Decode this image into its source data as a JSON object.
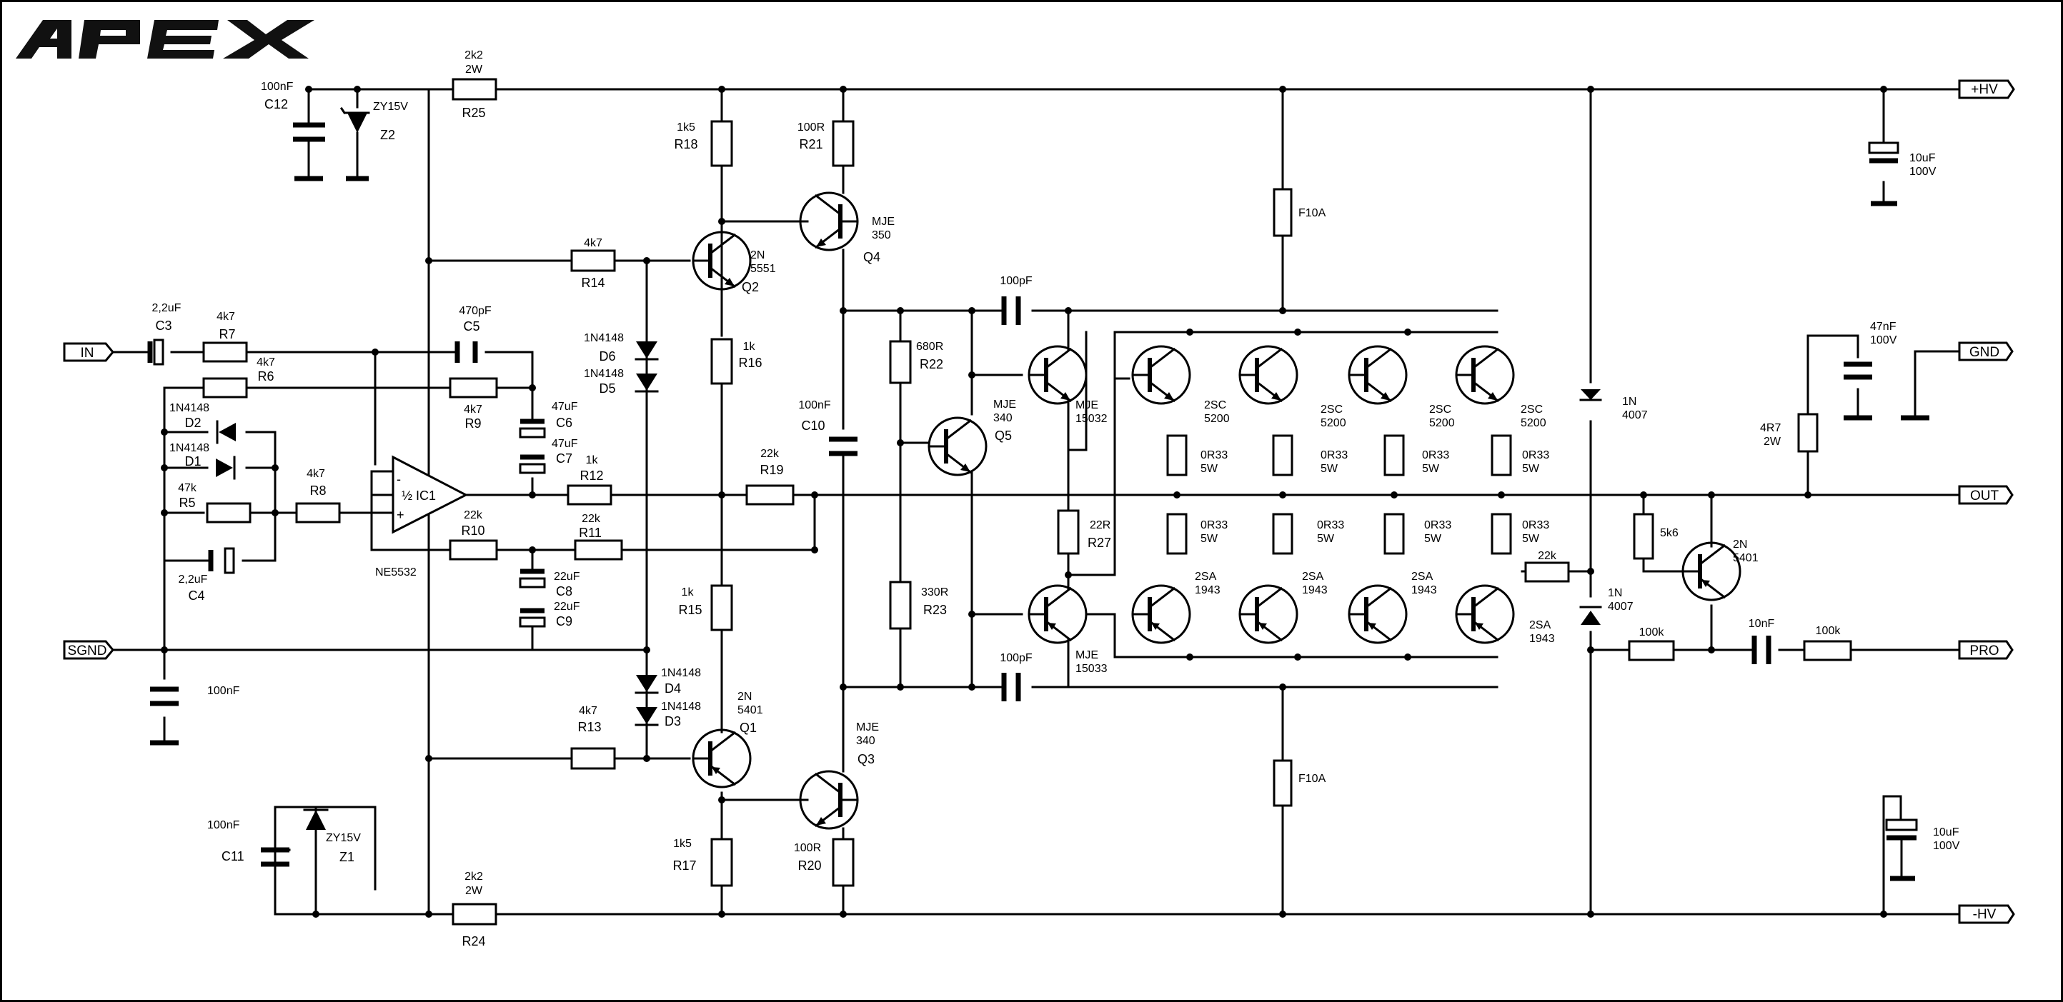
{
  "logo": "APEX",
  "terminals": {
    "hv_plus": "+HV",
    "hv_minus": "-HV",
    "in": "IN",
    "sgnd": "SGND",
    "gnd": "GND",
    "out": "OUT",
    "pro": "PRO"
  },
  "components": {
    "r25": {
      "ref": "R25",
      "v1": "2k2",
      "v2": "2W"
    },
    "r24": {
      "ref": "R24",
      "v1": "2k2",
      "v2": "2W"
    },
    "c12": {
      "ref": "C12",
      "v1": "100nF"
    },
    "z2": {
      "ref": "Z2",
      "v1": "ZY15V"
    },
    "c11": {
      "ref": "C11",
      "v1": "100nF"
    },
    "z1": {
      "ref": "Z1",
      "v1": "ZY15V"
    },
    "r18": {
      "ref": "R18",
      "v1": "1k5"
    },
    "r21": {
      "ref": "R21",
      "v1": "100R"
    },
    "q4": {
      "ref": "Q4",
      "v1": "MJE",
      "v2": "350"
    },
    "q2": {
      "ref": "Q2",
      "v1": "2N",
      "v2": "5551"
    },
    "r14": {
      "ref": "R14",
      "v1": "4k7"
    },
    "c3": {
      "ref": "C3",
      "v1": "2,2uF"
    },
    "r7": {
      "ref": "R7",
      "v1": "4k7"
    },
    "r6": {
      "ref": "R6",
      "v1": "4k7"
    },
    "c5": {
      "ref": "C5",
      "v1": "470pF"
    },
    "r9": {
      "ref": "R9",
      "v1": "4k7"
    },
    "d6": {
      "ref": "D6",
      "v1": "1N4148"
    },
    "d5": {
      "ref": "D5",
      "v1": "1N4148"
    },
    "d2": {
      "ref": "D2",
      "v1": "1N4148"
    },
    "d1": {
      "ref": "D1",
      "v1": "1N4148"
    },
    "r5": {
      "ref": "R5",
      "v1": "47k"
    },
    "r8": {
      "ref": "R8",
      "v1": "4k7"
    },
    "c4": {
      "ref": "C4",
      "v1": "2,2uF"
    },
    "c6": {
      "ref": "C6",
      "v1": "47uF"
    },
    "c7": {
      "ref": "C7",
      "v1": "47uF"
    },
    "ic1": {
      "ref": "½ IC1",
      "v1": "NE5532",
      "minus": "-",
      "plus": "+"
    },
    "r12": {
      "ref": "R12",
      "v1": "1k"
    },
    "r10": {
      "ref": "R10",
      "v1": "22k"
    },
    "r11": {
      "ref": "R11",
      "v1": "22k"
    },
    "c8": {
      "ref": "C8",
      "v1": "22uF"
    },
    "c9": {
      "ref": "C9",
      "v1": "22uF"
    },
    "r16": {
      "ref": "R16",
      "v1": "1k"
    },
    "r19": {
      "ref": "R19",
      "v1": "22k"
    },
    "r15": {
      "ref": "R15",
      "v1": "1k"
    },
    "c10": {
      "ref": "C10",
      "v1": "100nF"
    },
    "c_sgnd": {
      "v1": "100nF"
    },
    "d4": {
      "ref": "D4",
      "v1": "1N4148"
    },
    "d3": {
      "ref": "D3",
      "v1": "1N4148"
    },
    "r13": {
      "ref": "R13",
      "v1": "4k7"
    },
    "q1": {
      "ref": "Q1",
      "v1": "2N",
      "v2": "5401"
    },
    "q3": {
      "ref": "Q3",
      "v1": "MJE",
      "v2": "340"
    },
    "r17": {
      "ref": "R17",
      "v1": "1k5"
    },
    "r20": {
      "ref": "R20",
      "v1": "100R"
    },
    "c_top": {
      "v1": "100pF"
    },
    "c_bot": {
      "v1": "100pF"
    },
    "r22": {
      "ref": "R22",
      "v1": "680R"
    },
    "r23": {
      "ref": "R23",
      "v1": "330R"
    },
    "q5": {
      "ref": "Q5",
      "v1": "MJE",
      "v2": "340"
    },
    "r27": {
      "ref": "R27",
      "v1": "22R"
    },
    "drv_top": {
      "v1": "MJE",
      "v2": "15032"
    },
    "drv_bot": {
      "v1": "MJE",
      "v2": "15033"
    },
    "f_top": {
      "v1": "F10A"
    },
    "f_bot": {
      "v1": "F10A"
    },
    "npn_pwr": {
      "v1": "2SC",
      "v2": "5200"
    },
    "pnp_pwr": {
      "v1": "2SA",
      "v2": "1943"
    },
    "re": {
      "v1": "0R33",
      "v2": "5W"
    },
    "r_22k_pro": {
      "v1": "22k"
    },
    "d_1n4007": {
      "v1": "1N",
      "v2": "4007"
    },
    "c_hv": {
      "v1": "10uF",
      "v2": "100V"
    },
    "c_zob": {
      "v1": "47nF",
      "v2": "100V"
    },
    "r_zob": {
      "v1": "4R7",
      "v2": "2W"
    },
    "r_5k6": {
      "v1": "5k6"
    },
    "q_pro": {
      "v1": "2N",
      "v2": "5401"
    },
    "r_100k_a": {
      "v1": "100k"
    },
    "r_100k_b": {
      "v1": "100k"
    },
    "c_10n": {
      "v1": "10nF"
    }
  }
}
